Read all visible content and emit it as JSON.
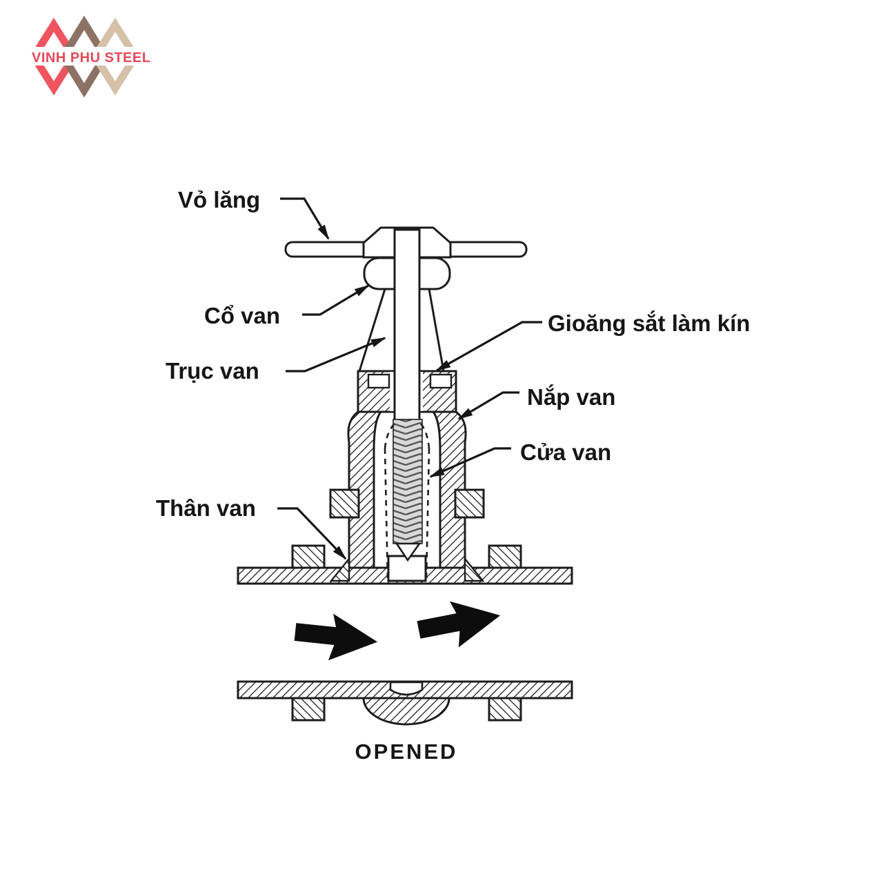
{
  "logo": {
    "text": "VINH PHU STEEL",
    "colors": {
      "red": "#ee5560",
      "brown": "#8c7265",
      "tan": "#d5c1a8",
      "text": "#e4495a"
    }
  },
  "diagram": {
    "labels": {
      "handwheel": "Vỏ lăng",
      "neck": "Cổ van",
      "stem": "Trục van",
      "gasket": "Gioăng sắt làm kín",
      "bonnet": "Nắp van",
      "gate": "Cửa van",
      "body": "Thân van"
    },
    "caption": "OPENED",
    "ink": "#1c1c1c"
  }
}
